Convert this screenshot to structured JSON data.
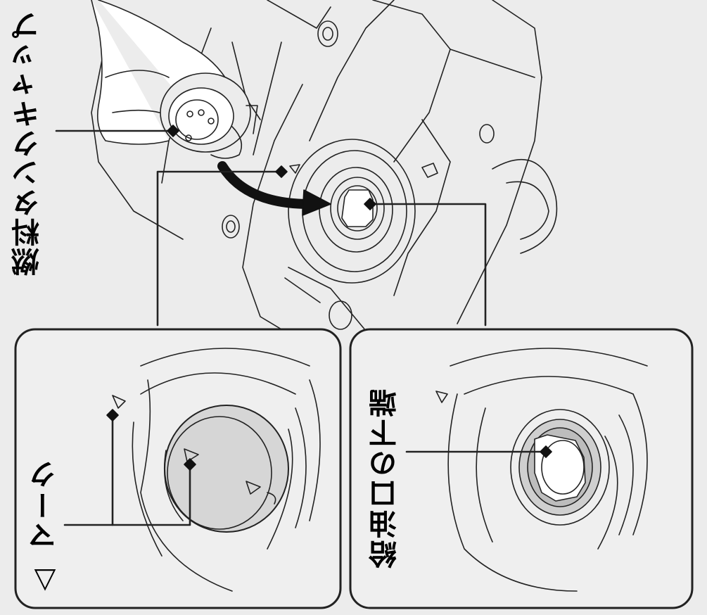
{
  "labels": {
    "fuel_tank_cap": "燃料タンクキャップ",
    "triangle_mark": "△ マーク",
    "filler_inlet_bottom": "給油口の下端"
  },
  "colors": {
    "background": "#ececec",
    "line": "#222222",
    "panel_fill": "#efefef",
    "cap_fill": "#d6d6d6",
    "inlet_fill": "#bdbdbd"
  }
}
